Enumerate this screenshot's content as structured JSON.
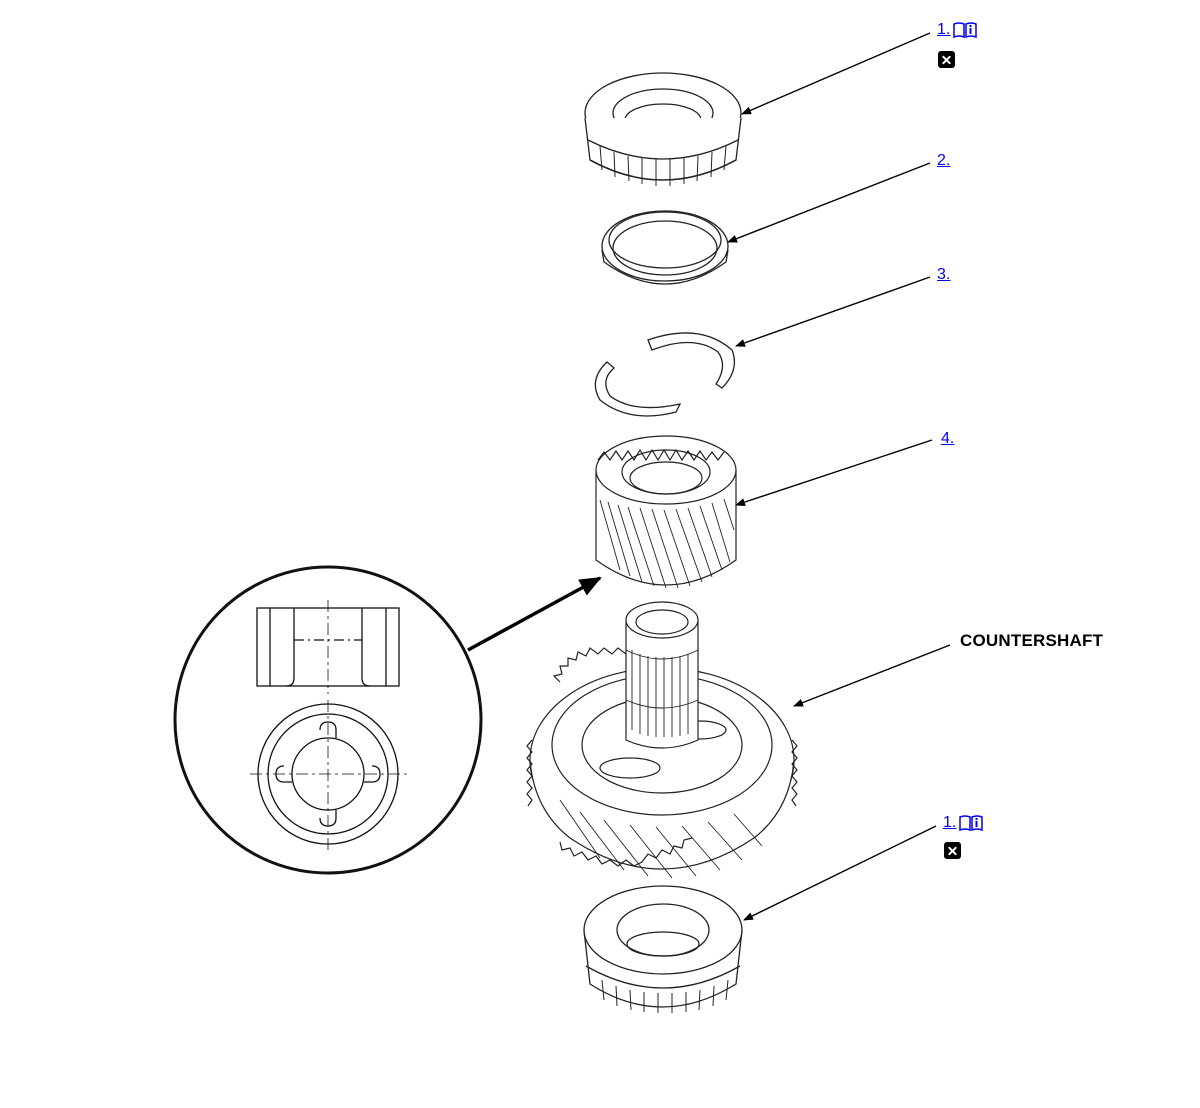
{
  "callouts": [
    {
      "id": "c1-top",
      "number": "1.",
      "has_info_icon": true,
      "has_remove_icon": true
    },
    {
      "id": "c2",
      "number": "2.",
      "has_info_icon": false,
      "has_remove_icon": false
    },
    {
      "id": "c3",
      "number": "3.",
      "has_info_icon": false,
      "has_remove_icon": false
    },
    {
      "id": "c4",
      "number": "4.",
      "has_info_icon": false,
      "has_remove_icon": false
    },
    {
      "id": "c1-bottom",
      "number": "1.",
      "has_info_icon": true,
      "has_remove_icon": true
    }
  ],
  "labels": {
    "countershaft": "COUNTERSHAFT"
  },
  "icons": {
    "info": "service-manual-book-icon",
    "remove": "close-box-icon"
  },
  "colors": {
    "link": "#0000ee",
    "line": "#000000",
    "background": "#ffffff"
  }
}
